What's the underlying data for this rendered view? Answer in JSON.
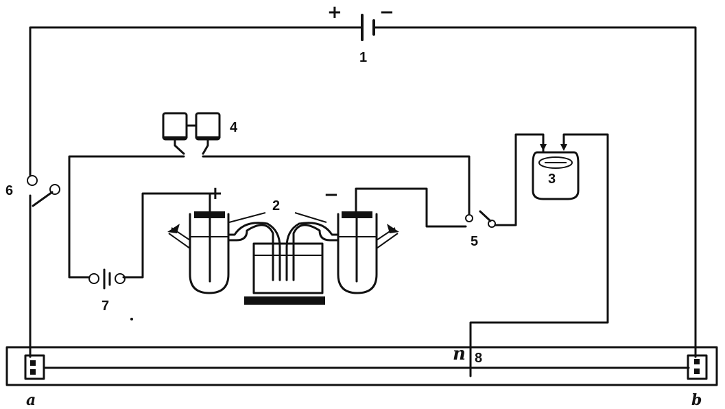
{
  "labels": {
    "battery_plus": "+",
    "battery_minus": "−",
    "battery": "1",
    "electrodes": "2",
    "meter": "3",
    "component_4": "4",
    "switch_5": "5",
    "switch_6": "6",
    "cell_7": "7",
    "slider_n": "n",
    "slider_8": "8",
    "end_a": "a",
    "end_b": "b",
    "electrode_plus": "+",
    "electrode_minus": "−"
  }
}
